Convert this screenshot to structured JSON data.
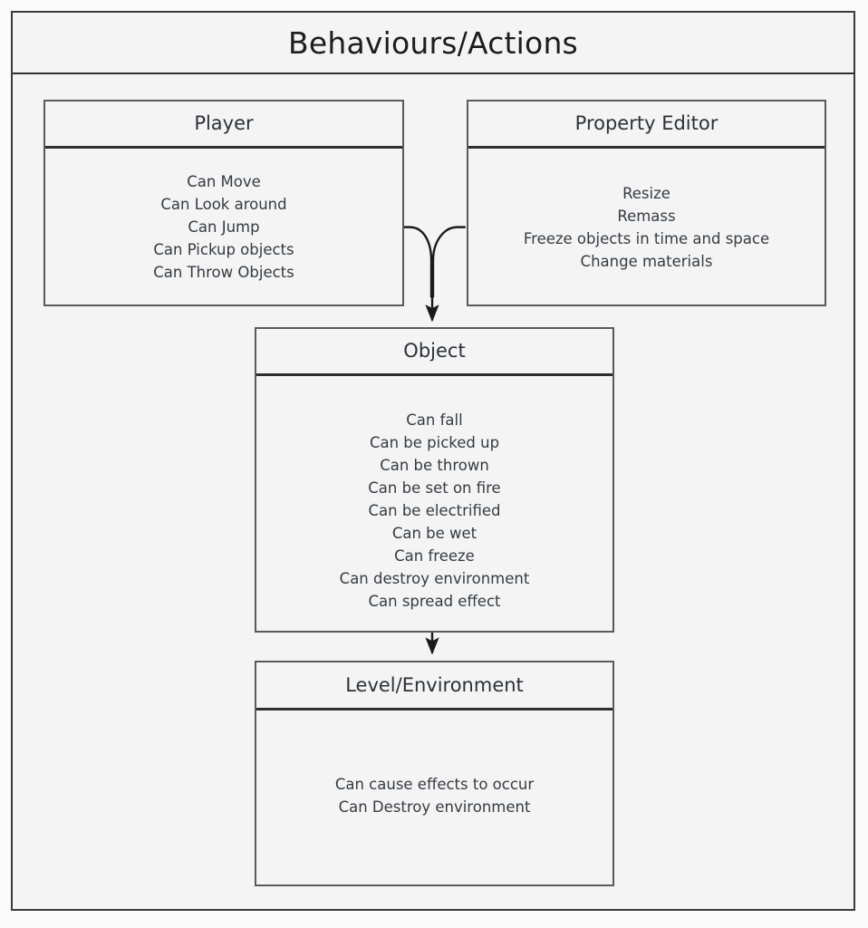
{
  "diagram": {
    "title": "Behaviours/Actions",
    "nodes": [
      {
        "id": "player",
        "title": "Player",
        "items": [
          "Can Move",
          "Can Look around",
          "Can Jump",
          "Can Pickup objects",
          "Can Throw Objects"
        ]
      },
      {
        "id": "property-editor",
        "title": "Property Editor",
        "items": [
          "Resize",
          "Remass",
          "Freeze objects in time and space",
          "Change materials"
        ]
      },
      {
        "id": "object",
        "title": "Object",
        "items": [
          "Can fall",
          "Can be picked up",
          "Can be thrown",
          "Can be set on fire",
          "Can be electrified",
          "Can be wet",
          "Can freeze",
          "Can destroy environment",
          "Can spread effect"
        ]
      },
      {
        "id": "level",
        "title": "Level/Environment",
        "items": [
          "Can cause effects to occur",
          "Can Destroy environment"
        ]
      }
    ],
    "connectors": [
      {
        "id": "player-to-object",
        "from": "player",
        "to": "object",
        "style": "curved",
        "arrow": "end"
      },
      {
        "id": "property-editor-to-object",
        "from": "property-editor",
        "to": "object",
        "style": "curved",
        "arrow": "end"
      },
      {
        "id": "object-to-level",
        "from": "object",
        "to": "level",
        "style": "straight",
        "arrow": "end"
      }
    ],
    "colors": {
      "page_background": "#fbfbfb",
      "panel_background": "#f4f4f4",
      "frame_border": "#3b3b3b",
      "node_border": "#5a5a5a",
      "header_divider": "#2e2e2e",
      "title_text": "#1d1d1d",
      "node_title_text": "#2b3138",
      "item_text": "#343b42",
      "connector": "#1a1a1a"
    }
  }
}
